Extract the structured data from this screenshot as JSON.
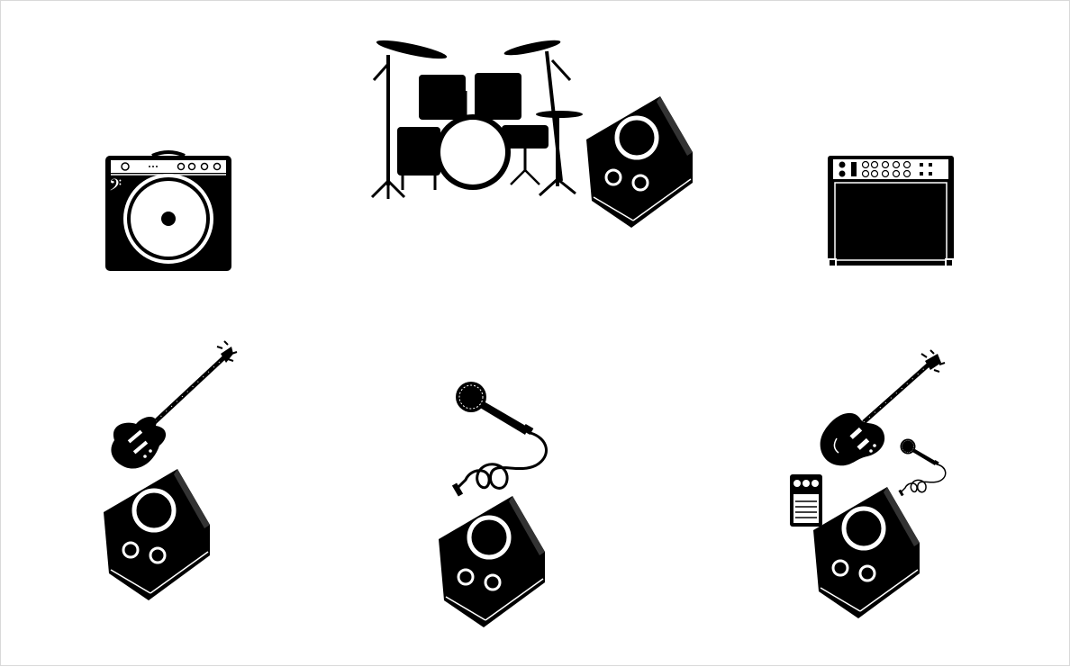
{
  "stage_plot": {
    "background": "#ffffff",
    "ink": "#000000",
    "items": [
      {
        "id": "drum-kit",
        "icon": "drum-kit-icon"
      },
      {
        "id": "drum-monitor",
        "icon": "floor-monitor-icon"
      },
      {
        "id": "bass-amp",
        "icon": "bass-amp-icon"
      },
      {
        "id": "guitar-amp",
        "icon": "guitar-combo-amp-icon"
      },
      {
        "id": "bass-guitar",
        "icon": "bass-guitar-icon"
      },
      {
        "id": "bass-monitor",
        "icon": "floor-monitor-icon"
      },
      {
        "id": "vocal-mic",
        "icon": "microphone-icon"
      },
      {
        "id": "vocal-monitor",
        "icon": "floor-monitor-icon"
      },
      {
        "id": "electric-guitar",
        "icon": "electric-guitar-icon"
      },
      {
        "id": "guitar-mic",
        "icon": "microphone-icon"
      },
      {
        "id": "effects-pedal",
        "icon": "effects-pedal-icon"
      },
      {
        "id": "guitar-monitor",
        "icon": "floor-monitor-icon"
      }
    ]
  }
}
